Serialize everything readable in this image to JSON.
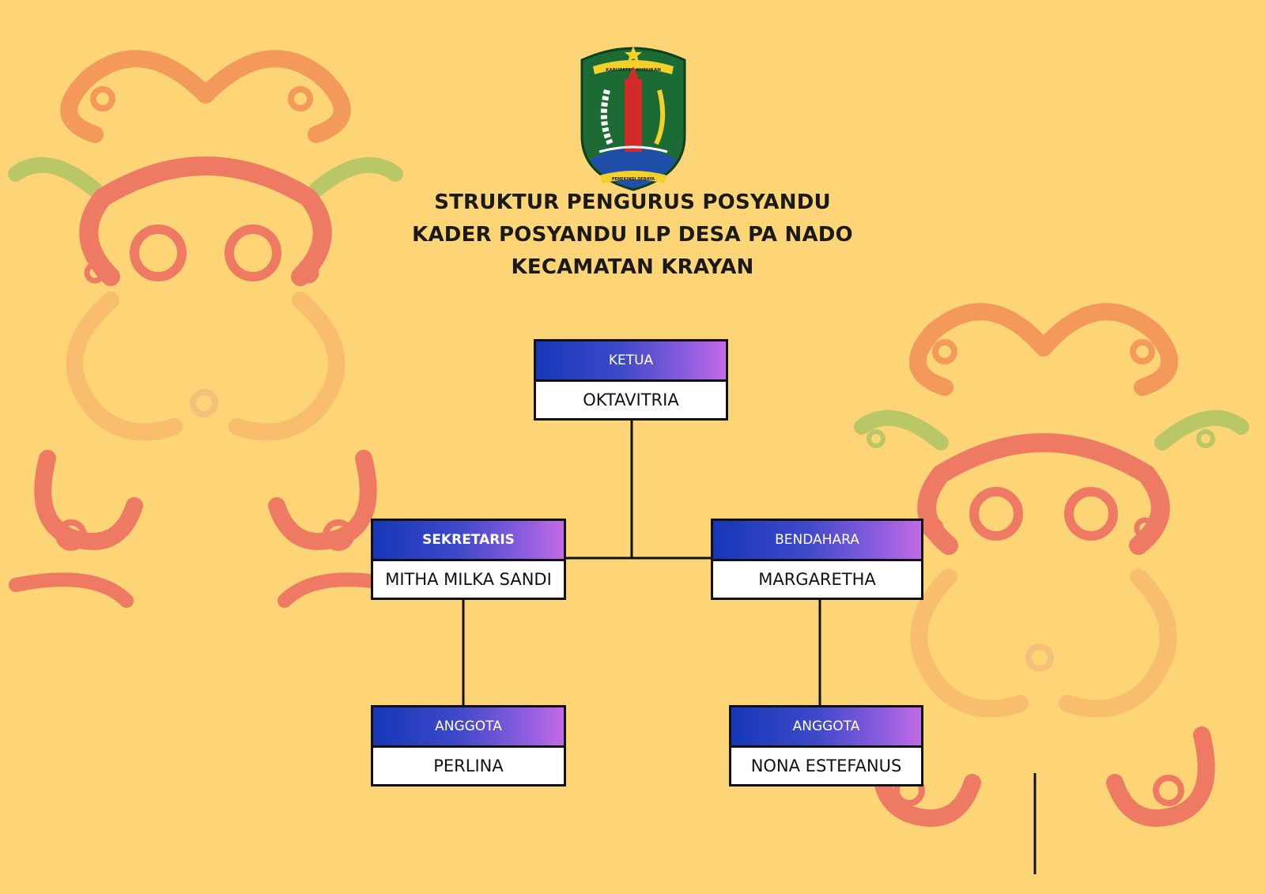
{
  "title": {
    "line1": "STRUKTUR PENGURUS  POSYANDU",
    "line2": "KADER POSYANDU ILP DESA PA NADO",
    "line3": "KECAMATAN KRAYAN"
  },
  "logo": {
    "banner_top": "KABUPATEN NUNUKAN",
    "banner_bottom": "PENEKINDI DEBAYA"
  },
  "nodes": {
    "ketua": {
      "role": "KETUA",
      "name": "OKTAVITRIA"
    },
    "sekretaris": {
      "role": "SEKRETARIS",
      "name": "MITHA MILKA SANDI"
    },
    "bendahara": {
      "role": "BENDAHARA",
      "name": "MARGARETHA"
    },
    "anggota1": {
      "role": "ANGGOTA",
      "name": "PERLINA"
    },
    "anggota2": {
      "role": "ANGGOTA",
      "name": "NONA ESTEFANUS"
    }
  },
  "colors": {
    "background": "#fdd576",
    "ornament_orange": "#f39a5a",
    "ornament_red": "#ee7a63",
    "ornament_green": "#b9c766",
    "header_gradient_start": "#1537b8",
    "header_gradient_end": "#c26be6"
  }
}
